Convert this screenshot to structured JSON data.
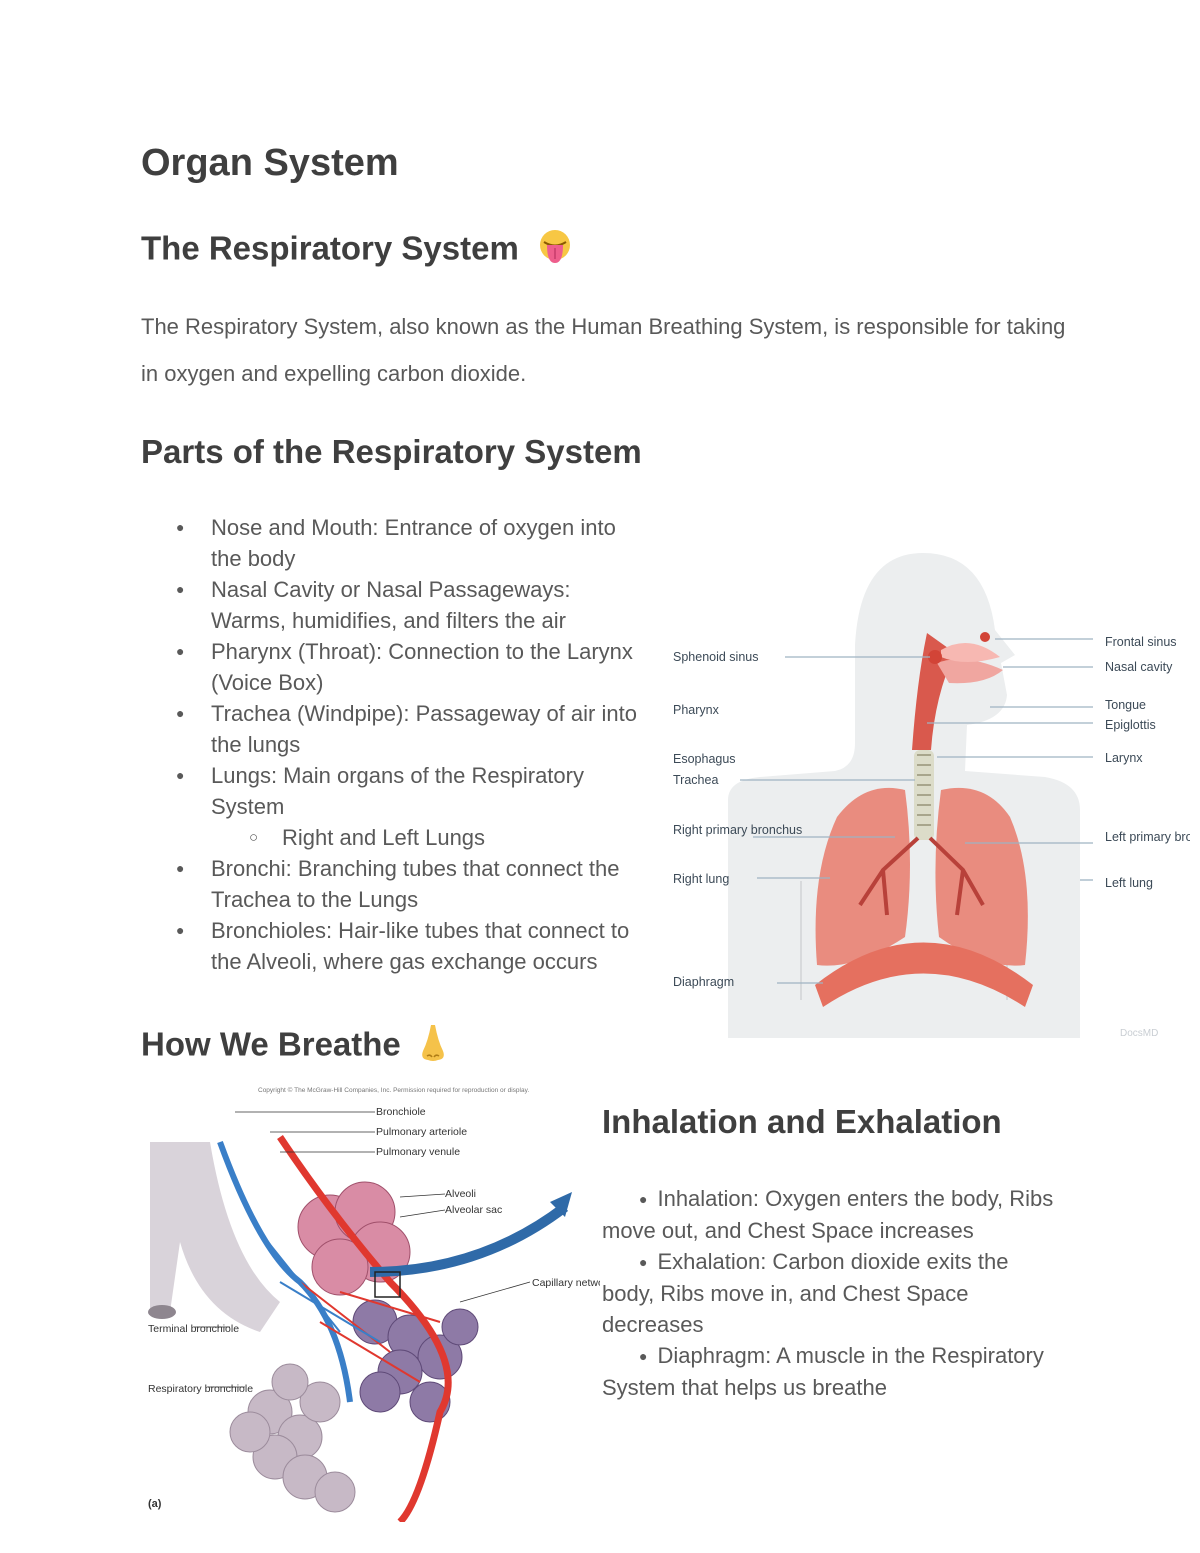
{
  "title": "Organ System",
  "respiratory": {
    "heading": "The Respiratory System",
    "emoji_icon": "tongue-icon",
    "intro": "The Respiratory System, also known as the Human Breathing System, is responsible for taking in oxygen and expelling carbon dioxide."
  },
  "parts": {
    "heading": "Parts of the Respiratory System",
    "items": [
      "Nose and Mouth: Entrance of oxygen into the body",
      "Nasal Cavity or Nasal Passageways: Warms, humidifies, and filters the air",
      "Pharynx (Throat): Connection to the Larynx (Voice Box)",
      "Trachea (Windpipe): Passageway of air into the lungs",
      "Lungs: Main organs of the Respiratory System",
      "Right and Left Lungs",
      "Bronchi: Branching tubes that connect the Trachea to the Lungs",
      "Bronchioles: Hair-like tubes that connect to the Alveoli, where gas exchange occurs"
    ]
  },
  "breathe": {
    "heading": "How We Breathe",
    "emoji_icon": "nose-icon"
  },
  "inhale_exhale": {
    "heading": "Inhalation and Exhalation",
    "items": [
      "Inhalation: Oxygen enters the body, Ribs move out, and Chest Space increases",
      "Exhalation: Carbon dioxide exits the body, Ribs move in, and Chest Space decreases",
      "Diaphragm: A muscle in the Respiratory System that helps us breathe"
    ]
  },
  "anatomy_figure": {
    "labels_left": [
      "Sphenoid sinus",
      "Pharynx",
      "Esophagus",
      "Trachea",
      "Right primary bronchus",
      "Right lung",
      "Diaphragm"
    ],
    "labels_right": [
      "Frontal sinus",
      "Nasal cavity",
      "Tongue",
      "Epiglottis",
      "Larynx",
      "Left primary bronchus",
      "Left lung"
    ],
    "watermark": "DocsMD"
  },
  "alveoli_figure": {
    "copyright": "Copyright © The McGraw-Hill Companies, Inc. Permission required for reproduction or display.",
    "labels": [
      "Bronchiole",
      "Pulmonary arteriole",
      "Pulmonary venule",
      "Alveoli",
      "Alveolar sac",
      "Capillary network around alveolus",
      "Terminal bronchiole",
      "Respiratory bronchiole"
    ],
    "panel": "(a)"
  },
  "colors": {
    "heading": "#3f3f3f",
    "body": "#595959",
    "lung": "#e58a7c",
    "vein": "#3a7fc8",
    "artery": "#e0382f"
  }
}
